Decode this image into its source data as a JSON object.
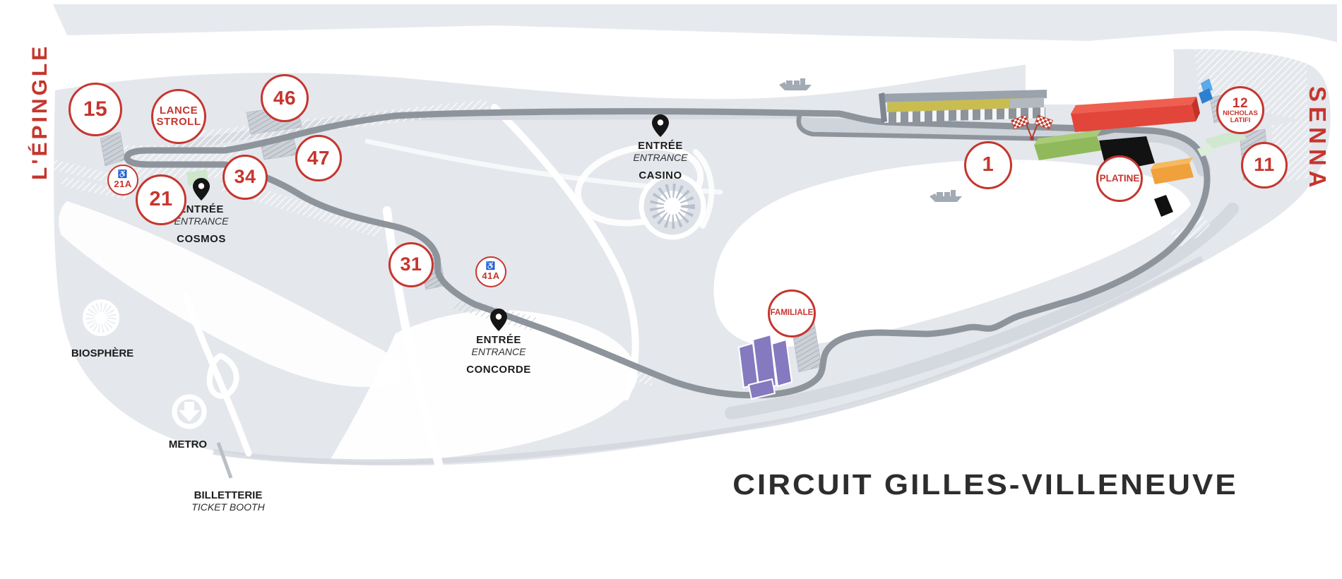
{
  "title": "CIRCUIT GILLES-VILLENEUVE",
  "corner_labels": {
    "left": "L'ÉPINGLE",
    "right": "SENNA"
  },
  "stands": [
    {
      "label": "15"
    },
    {
      "label": "LANCE\nSTROLL"
    },
    {
      "label": "46"
    },
    {
      "label": "47"
    },
    {
      "label": "34"
    },
    {
      "label": "21A",
      "icon": "♿"
    },
    {
      "label": "21"
    },
    {
      "label": "31"
    },
    {
      "label": "41A",
      "icon": "♿"
    },
    {
      "label": "1"
    },
    {
      "label": "PLATINE"
    },
    {
      "label": "FAMILIALE"
    },
    {
      "num": "12",
      "name_line1": "NICHOLAS",
      "name_line2": "LATIFI"
    },
    {
      "label": "11"
    }
  ],
  "entrances": {
    "cosmos": {
      "entree": "ENTRÉE",
      "entrance": "ENTRANCE",
      "name": "COSMOS"
    },
    "casino": {
      "entree": "ENTRÉE",
      "entrance": "ENTRANCE",
      "name": "CASINO"
    },
    "concorde": {
      "entree": "ENTRÉE",
      "entrance": "ENTRANCE",
      "name": "CONCORDE"
    }
  },
  "landmarks": {
    "biosphere": "BIOSPHÈRE",
    "metro": "METRO",
    "billetterie": "BILLETTERIE",
    "ticket_booth": "TICKET BOOTH"
  },
  "icons": {
    "wheelchair": "♿",
    "entrance_pin": "map-pin",
    "metro": "circle-down-arrow",
    "checkered_flag": "crossed-checkered-flags",
    "biosphere": "geodesic-dome",
    "boat": "cargo-boat"
  },
  "colors": {
    "accent_red": "#c5362e",
    "track_grey": "#8d949b",
    "land_grey": "#e4e7ec",
    "stand_red": "#e2463a",
    "stand_green": "#8fb95a",
    "stand_orange": "#f0a13c",
    "stand_purple": "#8579bf",
    "stand_black": "#141414",
    "seat_yellow": "#c9bd52",
    "zone_light_green": "#cde7cd",
    "marker_blue": "#2e7fd0"
  }
}
